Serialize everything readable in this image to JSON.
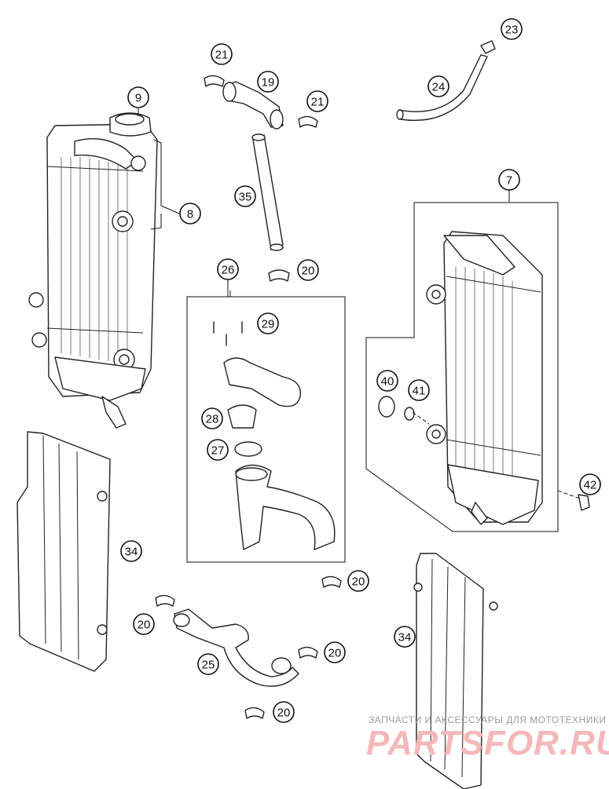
{
  "callouts": [
    "23",
    "21",
    "19",
    "21",
    "24",
    "9",
    "35",
    "8",
    "7",
    "20",
    "26",
    "29",
    "40",
    "41",
    "28",
    "27",
    "42",
    "34",
    "20",
    "20",
    "20",
    "25",
    "20",
    "34"
  ],
  "watermark": {
    "line1": "ЗАПЧАСТИ И АКСЕССУАРЫ ДЛЯ МОТОТЕХНИКИ",
    "line2": "PARTSFOR.RU"
  }
}
